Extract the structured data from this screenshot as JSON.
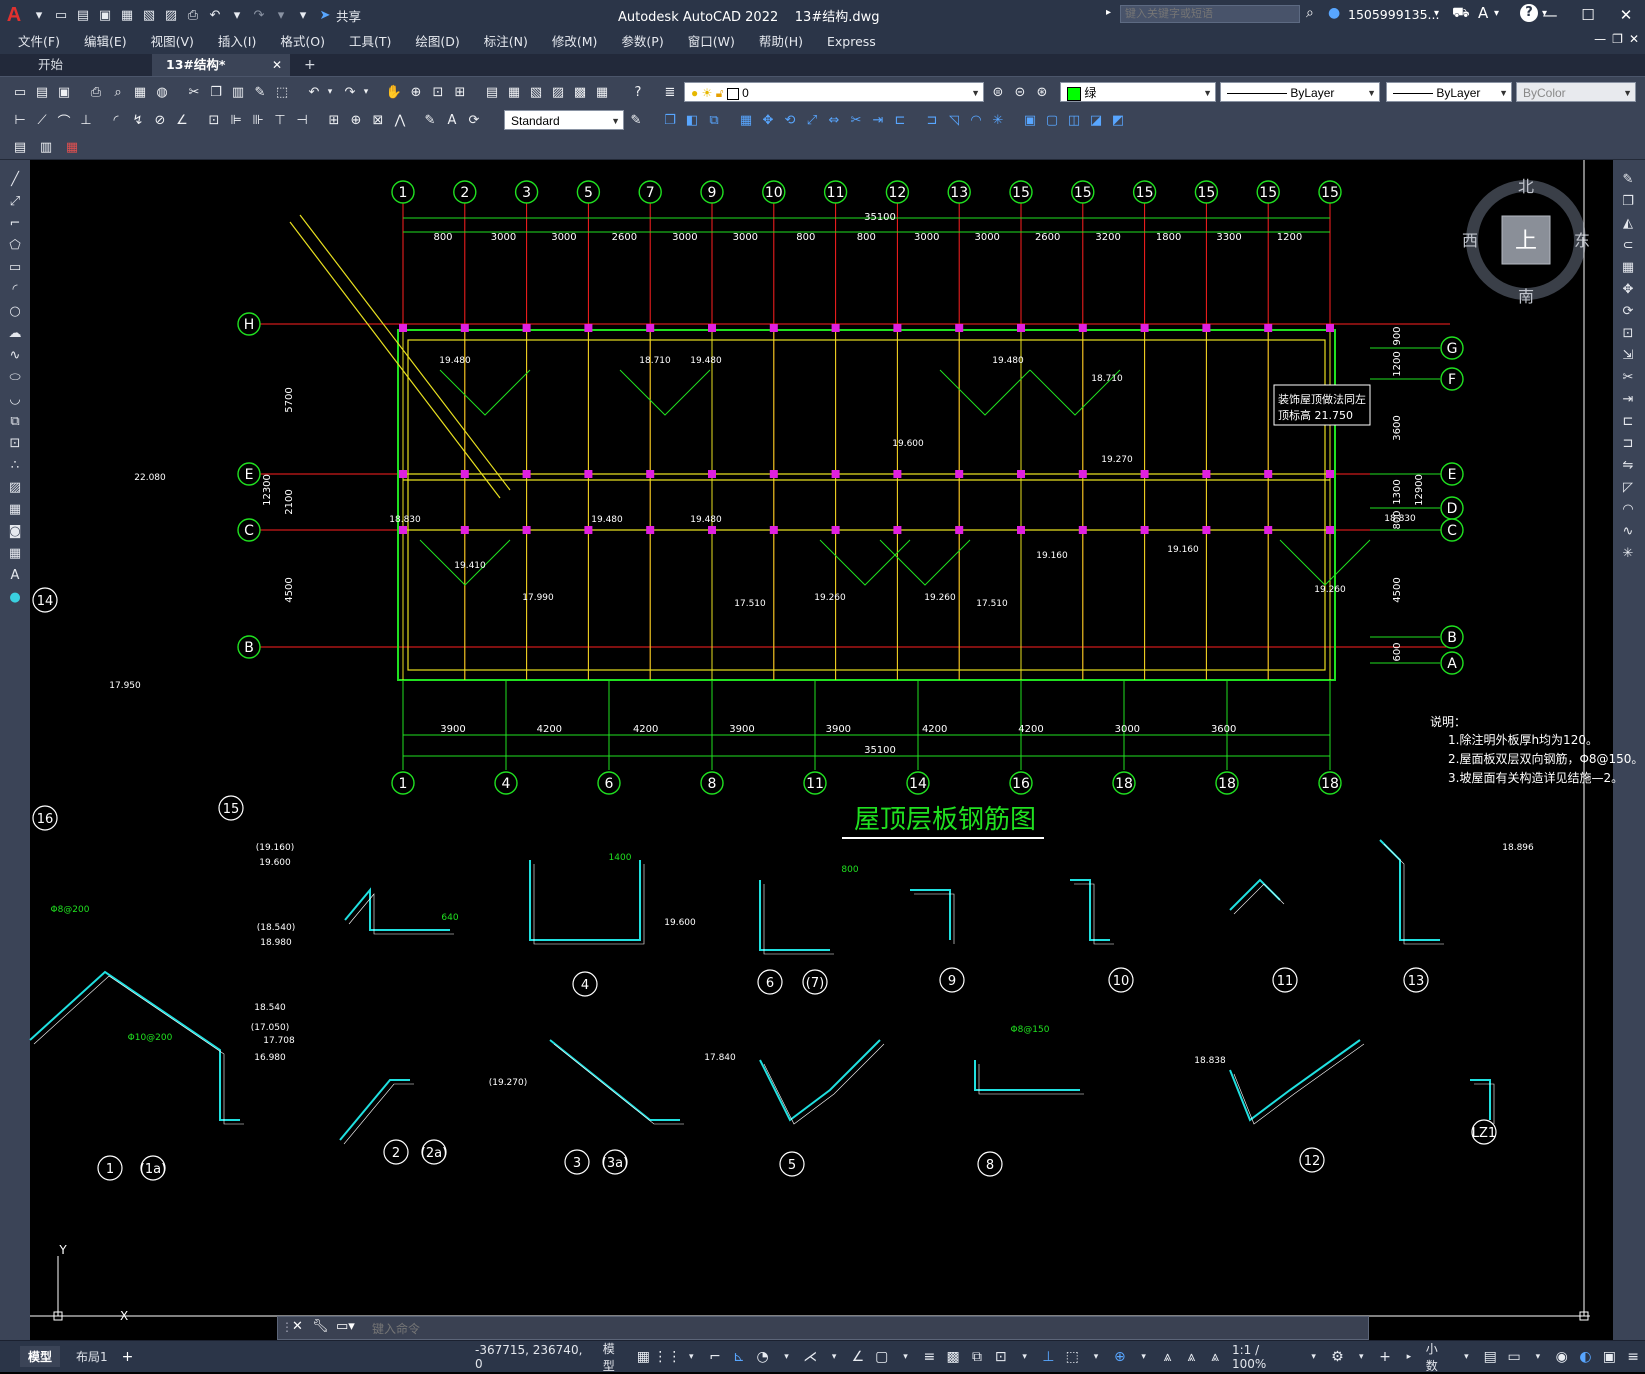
{
  "titlebar": {
    "app_logo": "A",
    "share_label": "共享",
    "title": "Autodesk AutoCAD 2022    13#结构.dwg",
    "search_placeholder": "键入关键字或短语",
    "user": "1505999135...",
    "help": "?"
  },
  "menu": [
    "文件(F)",
    "编辑(E)",
    "视图(V)",
    "插入(I)",
    "格式(O)",
    "工具(T)",
    "绘图(D)",
    "标注(N)",
    "修改(M)",
    "参数(P)",
    "窗口(W)",
    "帮助(H)",
    "Express"
  ],
  "tabs": {
    "start": "开始",
    "drawing": "13#结构*"
  },
  "toolbar": {
    "layer_value": "0",
    "color_value": "绿",
    "linetype_value": "ByLayer",
    "lineweight_value": "ByLayer",
    "plotstyle_value": "ByColor",
    "textstyle_value": "Standard"
  },
  "viewcube": {
    "north": "北",
    "south": "南",
    "east": "东",
    "west": "西",
    "top": "上"
  },
  "drawing": {
    "title": "屋顶层板钢筋图",
    "axis_top": [
      "1",
      "2",
      "3",
      "5",
      "7",
      "9",
      "10",
      "11",
      "12",
      "13",
      "15",
      "15",
      "15",
      "15",
      "15",
      "15"
    ],
    "axis_bottom": [
      "1",
      "4",
      "6",
      "8",
      "11",
      "14",
      "16",
      "18",
      "18",
      "18"
    ],
    "axis_left": [
      "H",
      "E",
      "C",
      "B"
    ],
    "axis_right": [
      "G",
      "F",
      "E",
      "D",
      "C",
      "B",
      "A"
    ],
    "total_dim": "35100",
    "top_dims": [
      "800",
      "3000",
      "3000",
      "2600",
      "3000",
      "3000",
      "800",
      "800",
      "3000",
      "3000",
      "2600",
      "3200",
      "1800",
      "3300",
      "1200"
    ],
    "bottom_dims": [
      "3900",
      "4200",
      "4200",
      "3900",
      "3900",
      "4200",
      "4200",
      "3000",
      "3600"
    ],
    "left_dims": [
      "5700",
      "2100",
      "4500",
      "12300"
    ],
    "right_dims": [
      "900",
      "1200",
      "3600",
      "1300",
      "800",
      "4500",
      "600",
      "12900"
    ],
    "notes_title": "说明：",
    "notes": [
      "1.除注明外板厚h均为120。",
      "2.屋面板双层双向钢筋，Φ8@150。",
      "3.坡屋面有关构造详见结施—2。"
    ],
    "callout_note": [
      "装饰屋顶做法同左",
      "顶标高 21.750"
    ],
    "elevations": [
      "19.480",
      "18.710",
      "19.480",
      "19.600",
      "19.480",
      "18.710",
      "19.270",
      "19.480",
      "19.480",
      "19.410",
      "17.990",
      "17.510",
      "19.260",
      "19.260",
      "17.510",
      "19.160",
      "19.160",
      "19.260",
      "18.830",
      "18.830"
    ],
    "details": [
      "14",
      "16",
      "15",
      "1",
      "(1a)",
      "2",
      "(2a)",
      "3",
      "(3a)",
      "4",
      "5",
      "6",
      "(7)",
      "8",
      "9",
      "10",
      "11",
      "12",
      "13",
      "LZ1"
    ],
    "detail_texts": [
      "22.080",
      "17.950",
      "(19.160)",
      "19.600",
      "(18.540)",
      "18.980",
      "18.540",
      "(17.050)",
      "16.980",
      "17.708",
      "19.600",
      "(19.270)",
      "17.840",
      "18.838",
      "18.896",
      "Φ8@200",
      "Φ10@200",
      "Φ8@150",
      "1400",
      "800",
      "640"
    ]
  },
  "command": {
    "placeholder": "键入命令"
  },
  "status": {
    "model_tab": "模型",
    "layout_tab": "布局1",
    "coords": "-367715, 236740, 0",
    "model": "模型",
    "scale": "1:1 / 100%",
    "units": "小数"
  },
  "colors": {
    "grid_red": "#ff2020",
    "wall_green": "#20e020",
    "beam_yellow": "#e8e020",
    "rebar_cyan": "#20e0e0",
    "column_magenta": "#e020e0"
  }
}
